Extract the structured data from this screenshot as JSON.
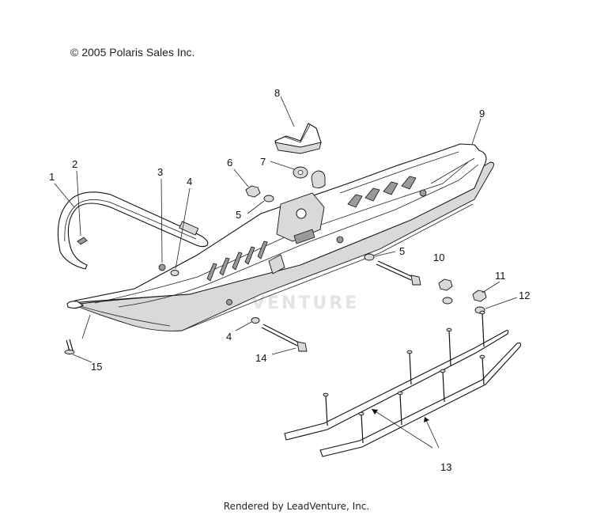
{
  "copyright": "© 2005 Polaris Sales Inc.",
  "footer": "Rendered by LeadVenture, Inc.",
  "watermark": "VENTURE",
  "callouts": {
    "c1": "1",
    "c2": "2",
    "c3": "3",
    "c4a": "4",
    "c4b": "4",
    "c5a": "5",
    "c5b": "5",
    "c6": "6",
    "c7": "7",
    "c8": "8",
    "c9": "9",
    "c10": "10",
    "c11": "11",
    "c12": "12",
    "c13": "13",
    "c14": "14",
    "c15": "15"
  }
}
